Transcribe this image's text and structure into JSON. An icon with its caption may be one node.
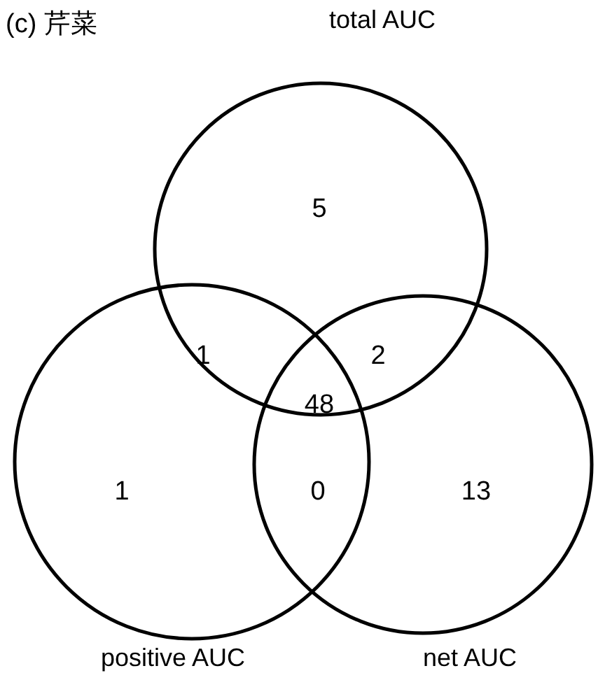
{
  "diagram": {
    "title": "(c) 芹菜",
    "nodes": [
      {
        "text": [
          "total AUC"
        ]
      },
      {
        "text": [
          "positive AUC"
        ]
      },
      {
        "text": [
          "net AUC"
        ]
      }
    ],
    "labels": [
      "5",
      "1",
      "2",
      "48",
      "1",
      "0",
      "13"
    ]
  }
}
